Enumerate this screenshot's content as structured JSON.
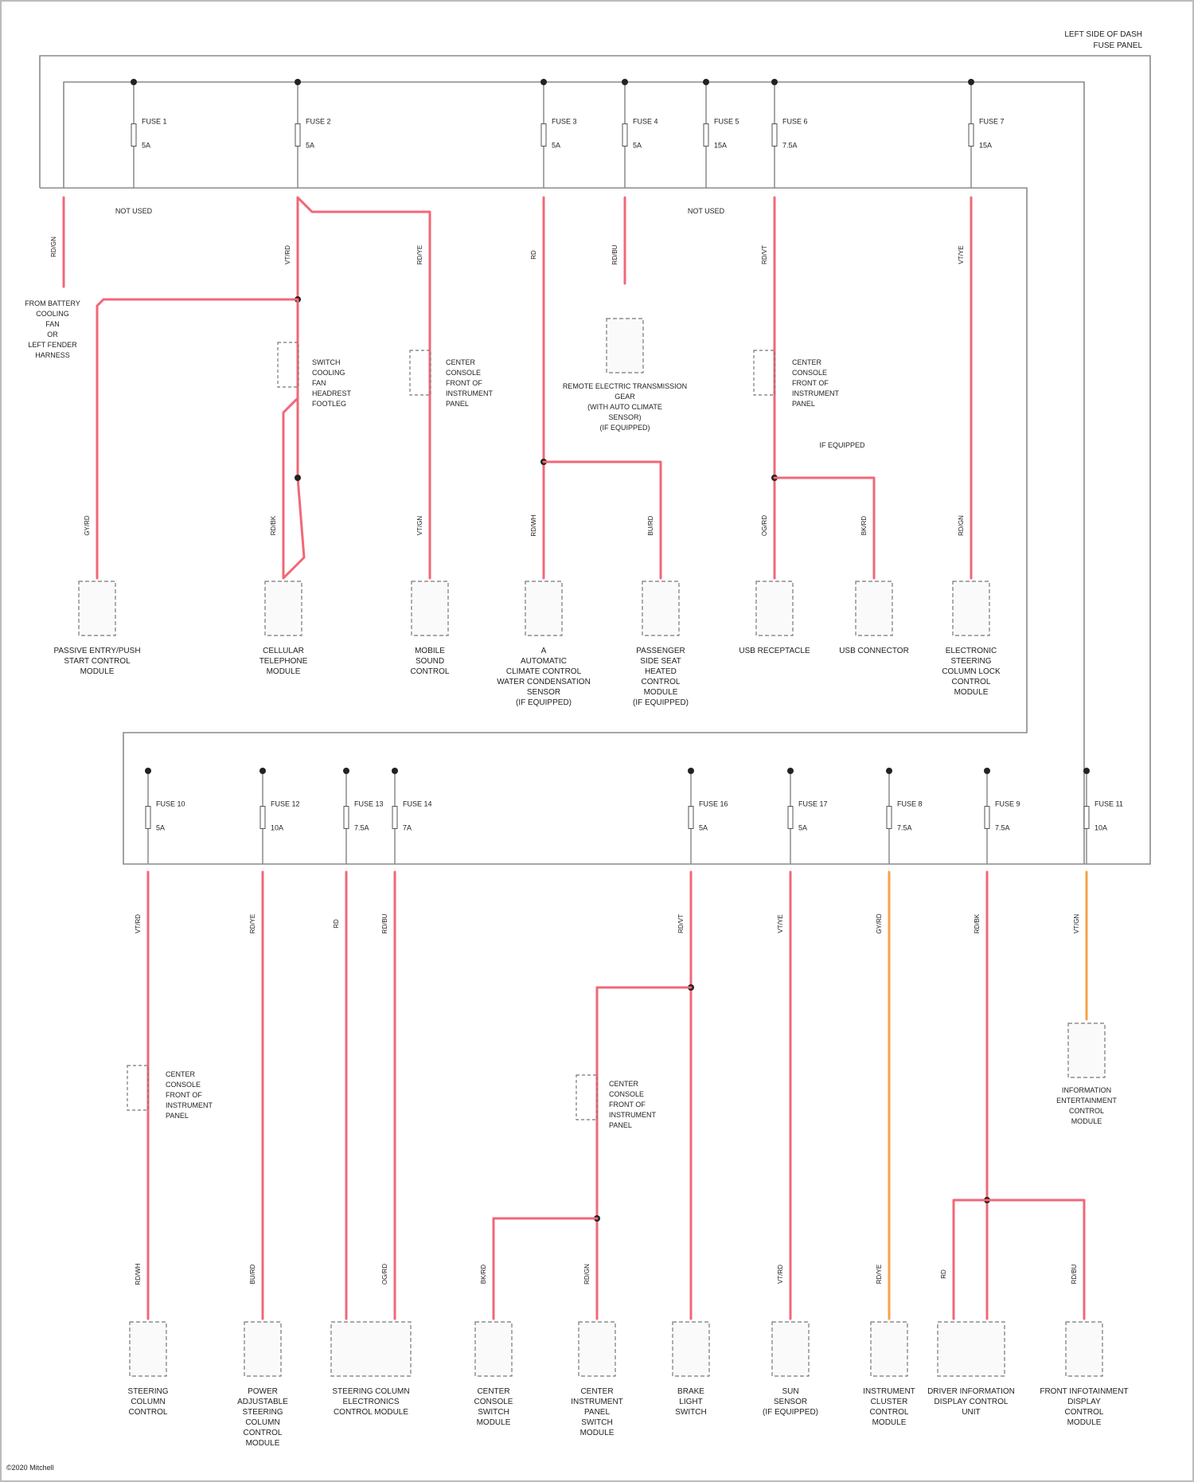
{
  "header": {
    "line1": "LEFT SIDE OF DASH",
    "line2": "FUSE PANEL"
  },
  "footer": {
    "watermark": "©2020 Mitchell"
  },
  "colors": {
    "wire": "#f06878",
    "wire_orange": "#f5a24a",
    "line": "#8a8a8a"
  },
  "top_fuses": [
    {
      "label": "FUSE 1",
      "rating": "5A"
    },
    {
      "label": "FUSE 2",
      "rating": "5A"
    },
    {
      "label": "FUSE 3",
      "rating": "5A"
    },
    {
      "label": "FUSE 4",
      "rating": "5A"
    },
    {
      "label": "FUSE 5",
      "rating": "15A"
    },
    {
      "label": "FUSE 6",
      "rating": "7.5A"
    },
    {
      "label": "FUSE 7",
      "rating": "15A"
    }
  ],
  "bottom_fuses": [
    {
      "label": "FUSE 10",
      "rating": "5A"
    },
    {
      "label": "FUSE 12",
      "rating": "10A"
    },
    {
      "label": "FUSE 13",
      "rating": "7.5A"
    },
    {
      "label": "FUSE 14",
      "rating": "7A"
    },
    {
      "label": "FUSE 16",
      "rating": "5A"
    },
    {
      "label": "FUSE 17",
      "rating": "5A"
    },
    {
      "label": "FUSE 8",
      "rating": "7.5A"
    },
    {
      "label": "FUSE 9",
      "rating": "7.5A"
    },
    {
      "label": "FUSE 11",
      "rating": "10A"
    }
  ],
  "unused_labels": [
    "NOT USED",
    "NOT USED"
  ],
  "top_side_labels": {
    "dash_left": [
      "FROM BATTERY",
      "COOLING",
      "FAN",
      "OR",
      "LEFT FENDER",
      "HARNESS"
    ],
    "splice_a": [
      "SWITCH",
      "COOLING",
      "FAN",
      "HEADREST",
      "FOOTLEG"
    ],
    "splice_b": [
      "CENTER",
      "CONSOLE",
      "FRONT OF",
      "INSTRUMENT",
      "PANEL"
    ],
    "splice_c": [
      "CENTER",
      "CONSOLE",
      "FRONT OF",
      "INSTRUMENT",
      "PANEL"
    ],
    "middle_module": [
      "REMOTE ELECTRIC TRANSMISSION",
      "GEAR",
      "(WITH AUTO CLIMATE",
      "SENSOR)",
      "(IF EQUIPPED)"
    ],
    "if_equipped": "IF EQUIPPED"
  },
  "top_components": [
    {
      "lines": [
        "PASSIVE ENTRY/PUSH",
        "START CONTROL",
        "MODULE"
      ]
    },
    {
      "lines": [
        "CELLULAR",
        "TELEPHONE",
        "MODULE"
      ]
    },
    {
      "lines": [
        "MOBILE",
        "SOUND",
        "CONTROL"
      ]
    },
    {
      "lines": [
        "A",
        "AUTOMATIC",
        "CLIMATE CONTROL",
        "WATER CONDENSATION",
        "SENSOR",
        "(IF EQUIPPED)"
      ]
    },
    {
      "lines": [
        "PASSENGER",
        "SIDE SEAT",
        "HEATED",
        "CONTROL",
        "MODULE",
        "(IF EQUIPPED)"
      ]
    },
    {
      "lines": [
        "USB RECEPTACLE"
      ]
    },
    {
      "lines": [
        "USB CONNECTOR"
      ]
    },
    {
      "lines": [
        "ELECTRONIC",
        "STEERING",
        "COLUMN LOCK",
        "CONTROL",
        "MODULE"
      ]
    }
  ],
  "bottom_side_labels": {
    "splice_d": [
      "CENTER",
      "CONSOLE",
      "FRONT OF",
      "INSTRUMENT",
      "PANEL"
    ],
    "splice_e": [
      "CENTER",
      "CONSOLE",
      "FRONT OF",
      "INSTRUMENT",
      "PANEL"
    ],
    "module_right": [
      "INFORMATION",
      "ENTERTAINMENT",
      "CONTROL",
      "MODULE"
    ]
  },
  "bottom_components": [
    {
      "lines": [
        "STEERING",
        "COLUMN",
        "CONTROL"
      ]
    },
    {
      "lines": [
        "POWER",
        "ADJUSTABLE",
        "STEERING",
        "COLUMN",
        "CONTROL",
        "MODULE"
      ]
    },
    {
      "lines": [
        "STEERING COLUMN",
        "ELECTRONICS",
        "CONTROL MODULE"
      ]
    },
    {
      "lines": [
        "CENTER",
        "CONSOLE",
        "SWITCH",
        "MODULE"
      ]
    },
    {
      "lines": [
        "CENTER",
        "INSTRUMENT",
        "PANEL",
        "SWITCH",
        "MODULE"
      ]
    },
    {
      "lines": [
        "BRAKE",
        "LIGHT",
        "SWITCH"
      ]
    },
    {
      "lines": [
        "SUN",
        "SENSOR",
        "(IF EQUIPPED)"
      ]
    },
    {
      "lines": [
        "INSTRUMENT",
        "CLUSTER",
        "CONTROL",
        "MODULE"
      ]
    },
    {
      "lines": [
        "DRIVER INFORMATION",
        "DISPLAY CONTROL",
        "UNIT"
      ]
    },
    {
      "lines": [
        "FRONT INFOTAINMENT",
        "DISPLAY",
        "CONTROL",
        "MODULE"
      ]
    }
  ],
  "wire_codes": [
    "RD/GN",
    "VT/RD",
    "RD/YE",
    "RD",
    "RD/BU",
    "RD/VT",
    "VT/YE",
    "GY/RD",
    "RD/BK",
    "VT/GN",
    "RD/WH",
    "BU/RD",
    "OG/RD",
    "BK/RD"
  ]
}
